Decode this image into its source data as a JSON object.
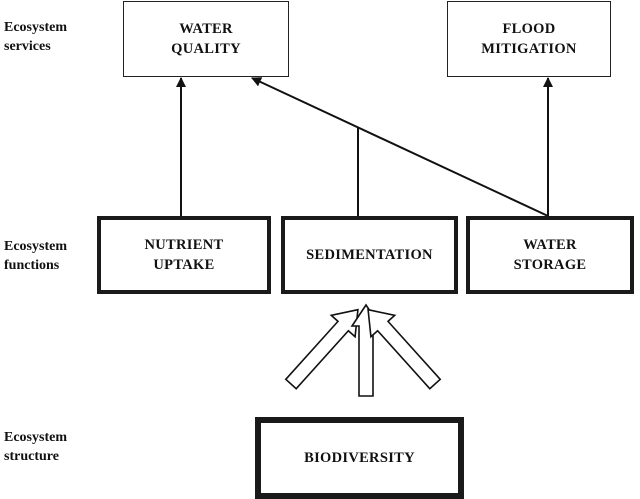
{
  "row_labels": {
    "services": "Ecosystem\nservices",
    "functions": "Ecosystem\nfunctions",
    "structure": "Ecosystem\nstructure"
  },
  "services": {
    "water_quality": "WATER\nQUALITY",
    "flood_mitigation": "FLOOD\nMITIGATION"
  },
  "functions": {
    "nutrient_uptake": "NUTRIENT\nUPTAKE",
    "sedimentation": "SEDIMENTATION",
    "water_storage": "WATER\nSTORAGE"
  },
  "structure": {
    "biodiversity": "BIODIVERSITY"
  }
}
